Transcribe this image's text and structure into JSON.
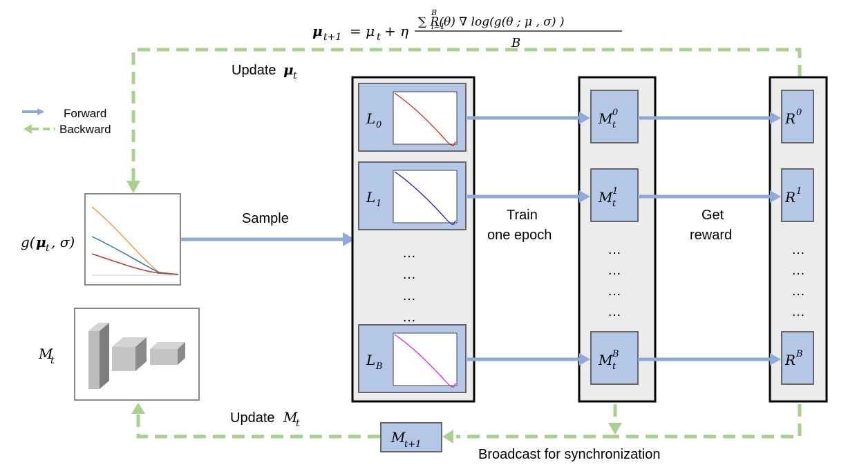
{
  "formula": {
    "lhs": "μ",
    "lhs_sub": "t+1",
    "rhs_main": "= μ",
    "rhs_main_sub": "t",
    "plus_eta": "+ η",
    "numerator": "∑ R(θ) ∇ log(g(θ ; μ , σ) )",
    "numerator_sum_upper": "B",
    "numerator_sum_lower": "i=1",
    "denominator": "B"
  },
  "legend": {
    "forward": "Forward",
    "backward": "Backward"
  },
  "labels": {
    "update_mu": "Update ",
    "update_mu_sym": "μ",
    "update_mu_sub": "t",
    "update_m": "Update ",
    "update_m_sym": "M",
    "update_m_sub": "t",
    "sample": "Sample",
    "train_line1": "Train",
    "train_line2": "one epoch",
    "reward_line1": "Get",
    "reward_line2": "reward",
    "broadcast": "Broadcast for synchronization",
    "g_func": "g(μ , σ)",
    "g_sym": "g(",
    "g_mu": "μ",
    "g_sub": "t",
    "g_rest": ", σ)",
    "m_t": "M",
    "m_t_sub": "t"
  },
  "losses": [
    {
      "sym": "L",
      "sub": "0",
      "curve_color": "#e02020"
    },
    {
      "sym": "L",
      "sub": "1",
      "curve_color": "#1a1adc"
    },
    {
      "sym": "L",
      "sub": "B",
      "curve_color": "#e020e0"
    }
  ],
  "models": [
    {
      "sym": "M",
      "sub": "t",
      "sup": "0"
    },
    {
      "sym": "M",
      "sub": "t",
      "sup": "1"
    },
    {
      "sym": "M",
      "sub": "t",
      "sup": "B"
    }
  ],
  "rewards": [
    {
      "sym": "R",
      "sup": "0"
    },
    {
      "sym": "R",
      "sup": "1"
    },
    {
      "sym": "R",
      "sup": "B"
    }
  ],
  "m_next": {
    "sym": "M",
    "sub": "t+1"
  },
  "ellipsis": "…",
  "colors": {
    "forward_arrow": "#8eaadb",
    "backward_arrow": "#a9d18e",
    "box_fill": "#b4c7e7",
    "column_fill": "#ececec",
    "g_curve_orange": "#e8a33d",
    "g_curve_blue": "#2f6fb3",
    "g_curve_red": "#c0392b"
  }
}
